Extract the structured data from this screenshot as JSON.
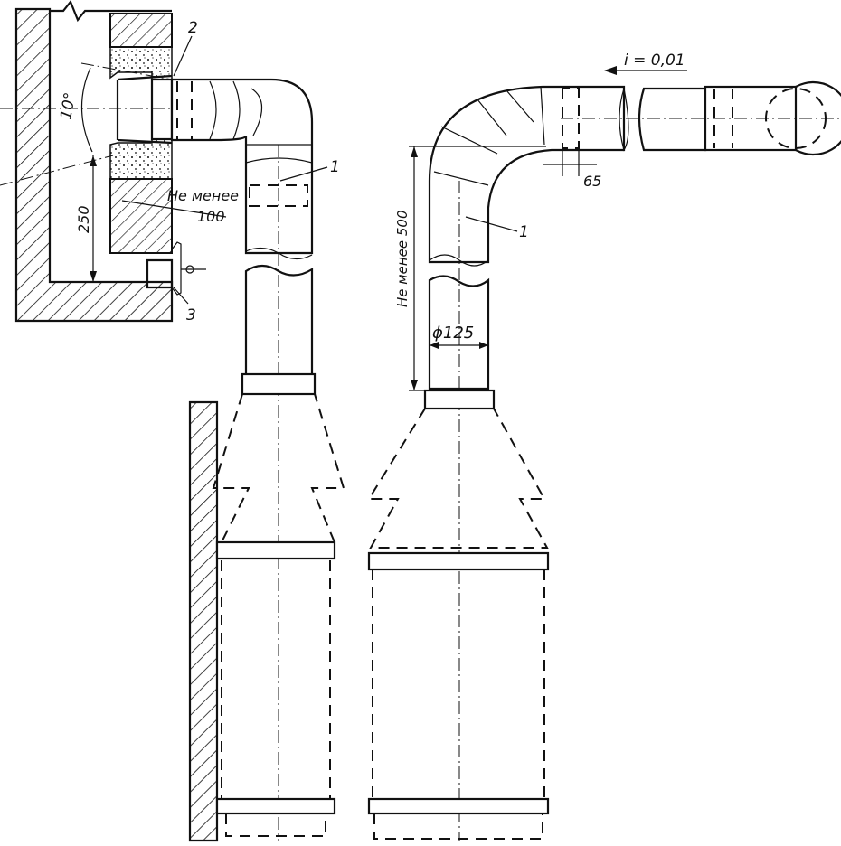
{
  "labels": {
    "angle": "10°",
    "dim_250": "250",
    "not_less_100_line1": "Не менее",
    "not_less_100_line2": "100",
    "callout_1_left": "1",
    "callout_2": "2",
    "callout_3": "3",
    "slope": "i = 0,01",
    "dim_65": "65",
    "callout_1_right": "1",
    "not_less_500": "Не менее 500",
    "diameter": "ϕ125"
  }
}
